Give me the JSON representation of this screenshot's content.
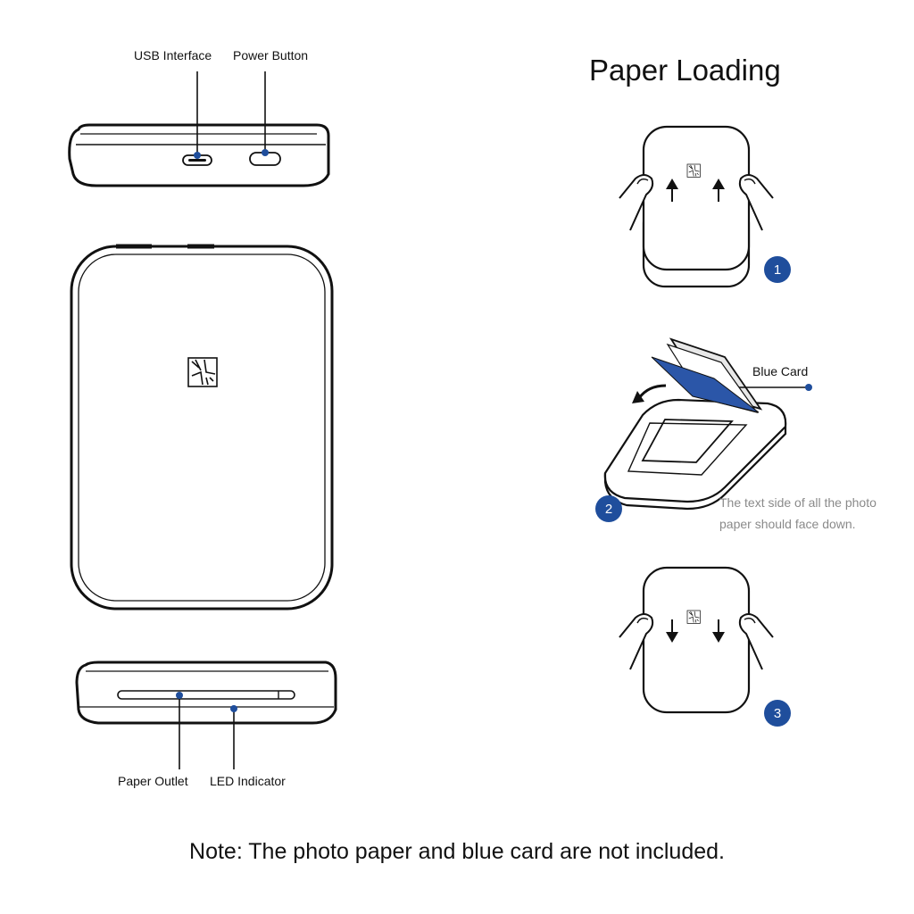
{
  "labels": {
    "usb_interface": "USB Interface",
    "power_button": "Power Button",
    "paper_outlet": "Paper Outlet",
    "led_indicator": "LED Indicator",
    "blue_card": "Blue Card"
  },
  "paper_loading": {
    "title": "Paper Loading",
    "steps": [
      "1",
      "2",
      "3"
    ],
    "hint_line_1": "The text side of all the photo",
    "hint_line_2": "paper should face down."
  },
  "note": "Note: The photo paper and blue card are not included.",
  "colors": {
    "accent": "#1f4e9c",
    "blue_card": "#2b56a8",
    "line": "#111111",
    "hint_text": "#8a8a8a"
  },
  "icons": [
    "usb-port-icon",
    "power-button-icon",
    "logo-icon",
    "paper-outlet-slot",
    "led-indicator-dot",
    "hand-icon",
    "arrow-up-icon",
    "arrow-down-icon",
    "curved-arrow-icon"
  ]
}
